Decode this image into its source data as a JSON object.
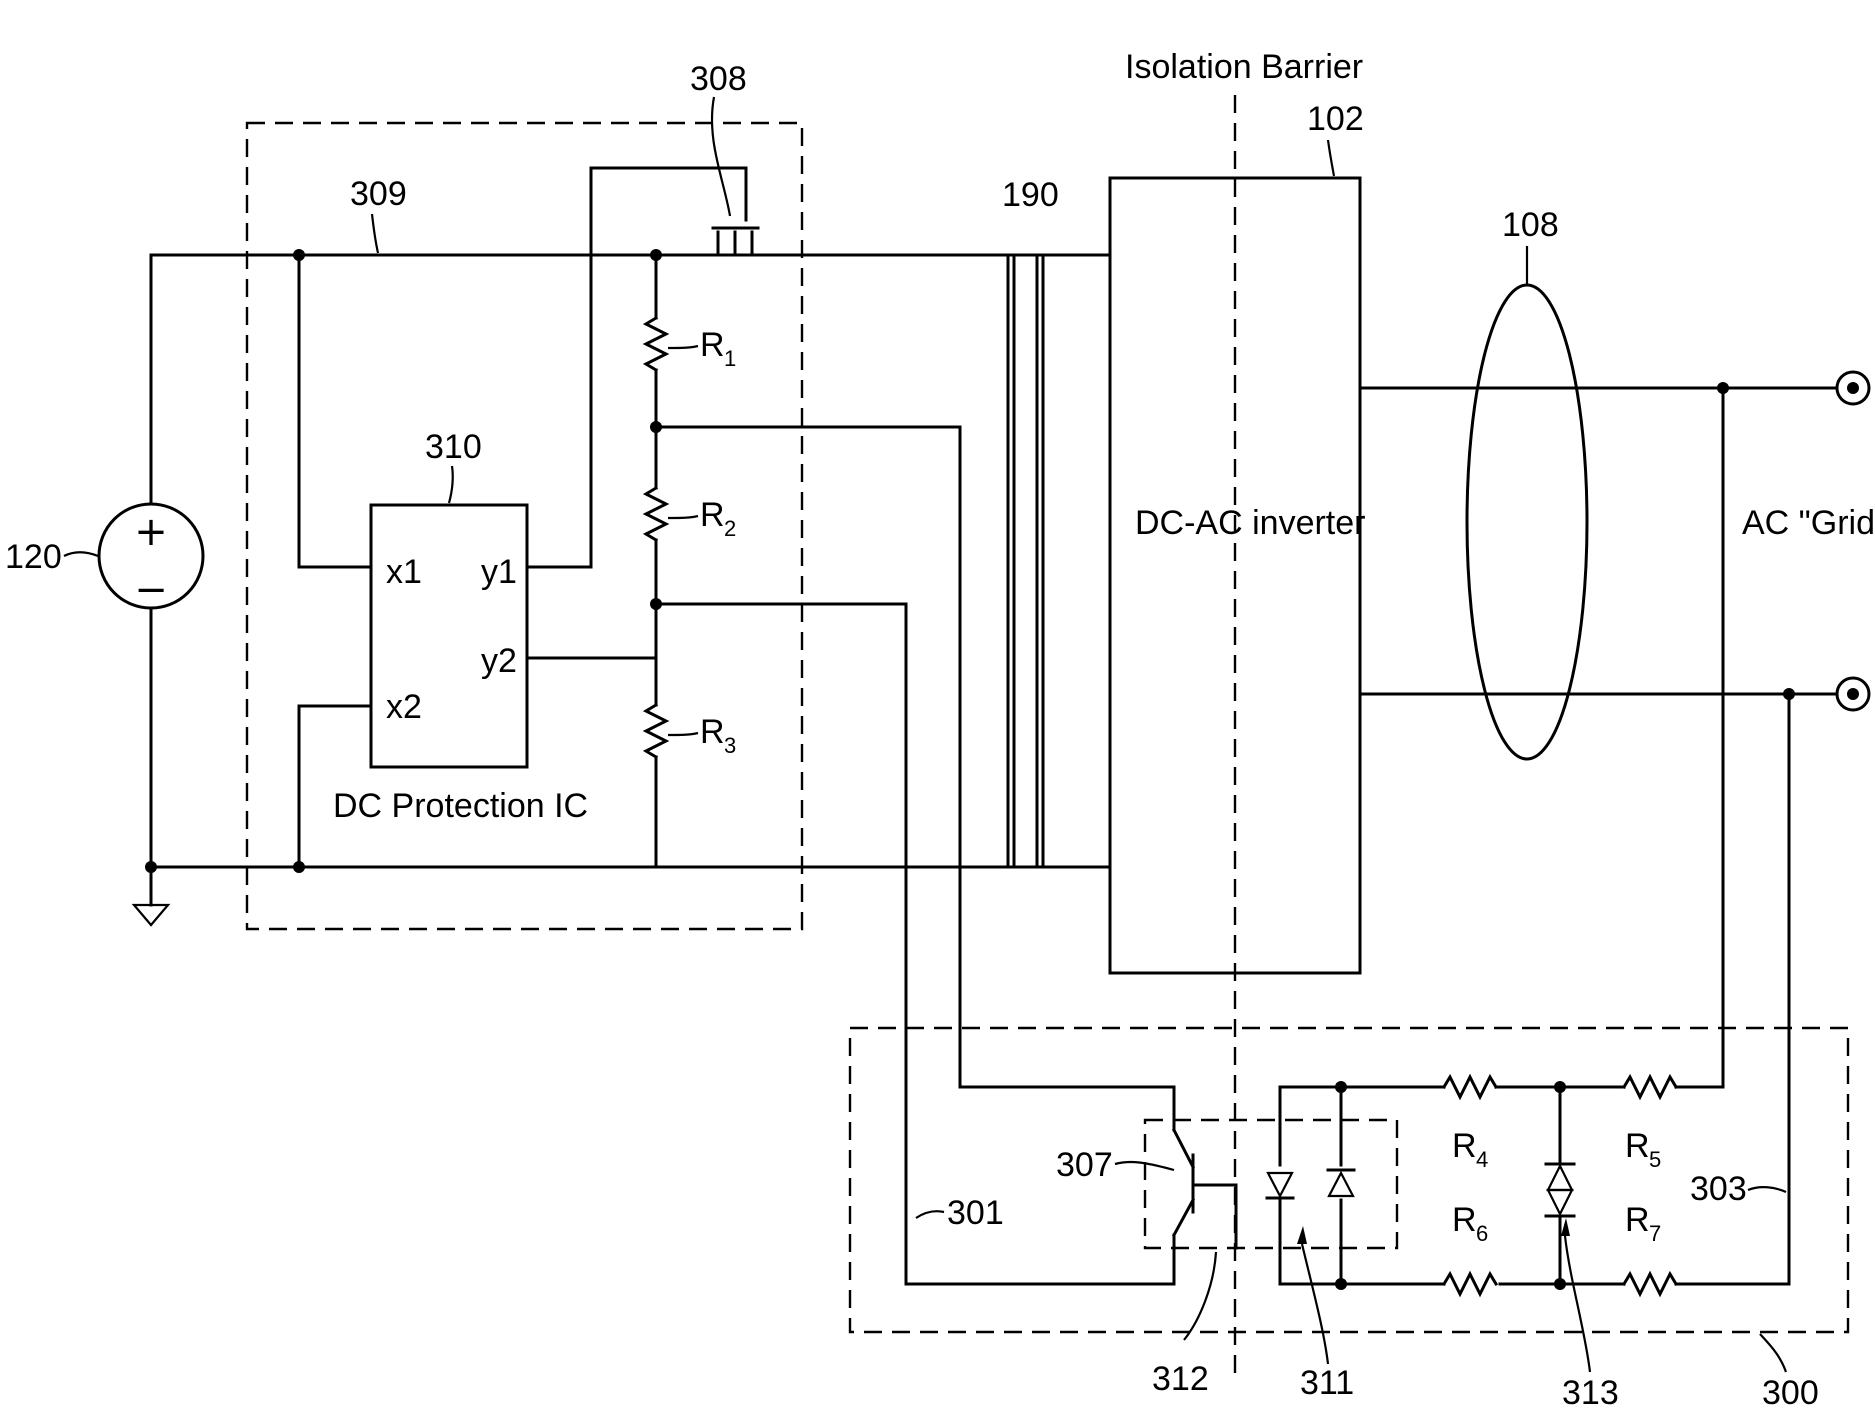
{
  "labels": {
    "isolation_barrier": "Isolation Barrier",
    "inverter": "DC-AC inverter",
    "ac_grid": "AC \"Grid\"",
    "dc_protection_ic": "DC Protection IC",
    "ref_102": "102",
    "ref_108": "108",
    "ref_120": "120",
    "ref_190": "190",
    "ref_300": "300",
    "ref_301": "301",
    "ref_303": "303",
    "ref_307": "307",
    "ref_308": "308",
    "ref_309": "309",
    "ref_310": "310",
    "ref_311": "311",
    "ref_312": "312",
    "ref_313": "313"
  },
  "ic_pins": {
    "x1": "x1",
    "x2": "x2",
    "y1": "y1",
    "y2": "y2"
  },
  "resistors": {
    "r1": {
      "letter": "R",
      "index": "1"
    },
    "r2": {
      "letter": "R",
      "index": "2"
    },
    "r3": {
      "letter": "R",
      "index": "3"
    },
    "r4": {
      "letter": "R",
      "index": "4"
    },
    "r5": {
      "letter": "R",
      "index": "5"
    },
    "r6": {
      "letter": "R",
      "index": "6"
    },
    "r7": {
      "letter": "R",
      "index": "7"
    }
  },
  "source": {
    "plus": "+",
    "minus": "−"
  }
}
